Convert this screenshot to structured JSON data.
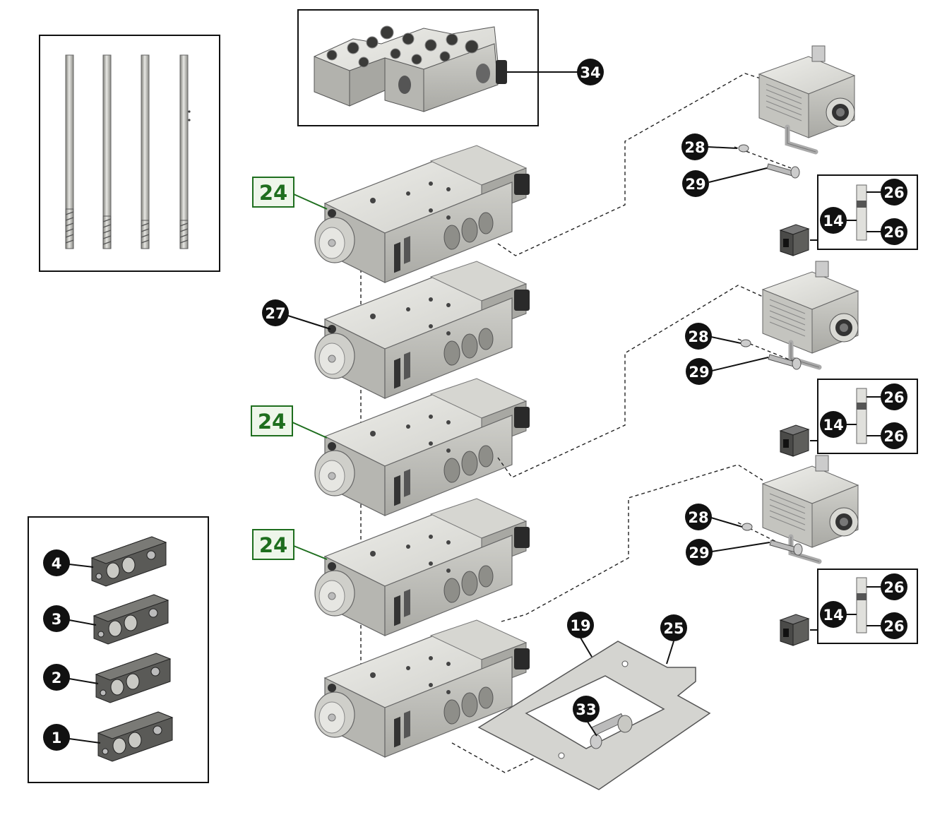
{
  "colors": {
    "callout_fill": "#111111",
    "callout_text": "#ffffff",
    "highlight_green": "#1e6e1e",
    "highlight_fill": "#eef6ea",
    "metal_light": "#e2e2de",
    "metal_mid": "#bdbdb8",
    "metal_dark": "#8c8c88"
  },
  "labels": {
    "valve_section": "24",
    "tie_bolt_screw": "27",
    "end_plate_block": "34",
    "gasket": "19",
    "base_plate": "25",
    "cap_screw": "33",
    "washer": "28",
    "screw": "29",
    "pin": "14",
    "seal_ring": "26",
    "spacer_1": "1",
    "spacer_2": "2",
    "spacer_3": "3",
    "spacer_4": "4"
  },
  "icons": {
    "tie_rod": "threaded-rod-icon",
    "valve_block": "valve-block-icon",
    "actuator": "actuator-motor-icon",
    "spacer": "spacer-plate-icon",
    "connector": "connector-block-icon"
  }
}
